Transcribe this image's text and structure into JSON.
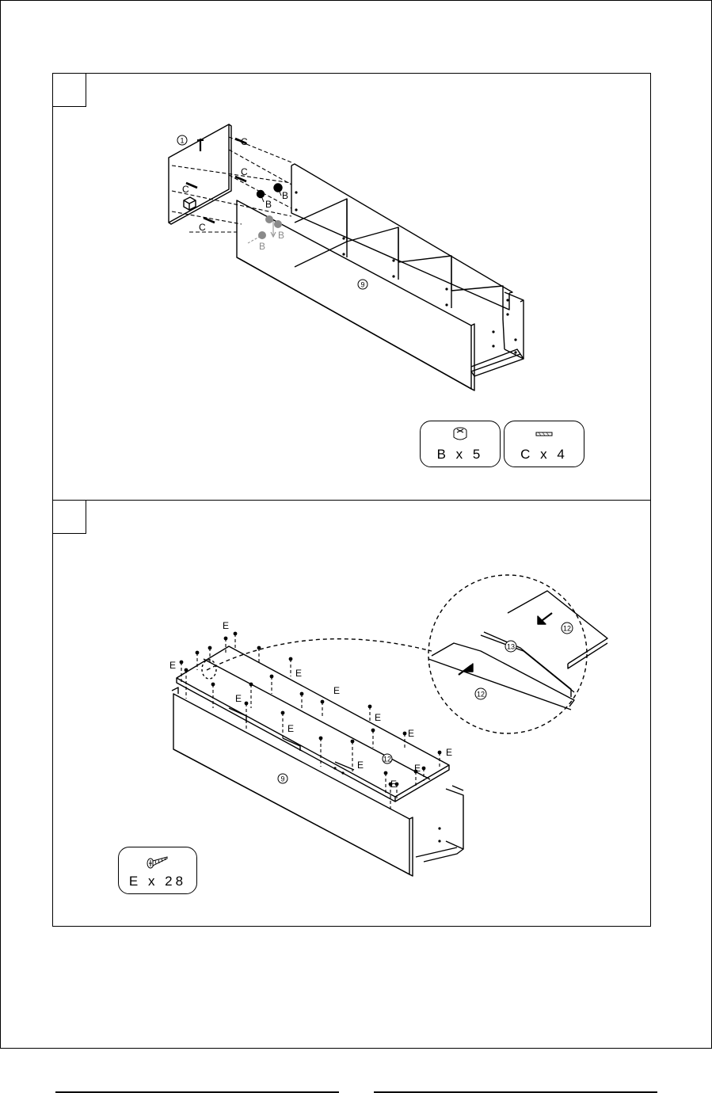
{
  "steps": [
    {
      "number": "",
      "parts": {
        "side_panel": "1",
        "front_panel": "9"
      },
      "callouts": {
        "cam": "B",
        "dowel": "C"
      },
      "hardware": [
        {
          "label": "B x 5",
          "icon": "cam-lock-icon"
        },
        {
          "label": "C x 4",
          "icon": "wooden-dowel-icon"
        }
      ]
    },
    {
      "number": "",
      "parts": {
        "front_panel": "9",
        "top_panel": "12",
        "detail_top": "12",
        "detail_connector": "13",
        "detail_bottom": "12"
      },
      "callouts": {
        "screw": "E"
      },
      "hardware": [
        {
          "label": "E x 28",
          "icon": "screw-icon"
        }
      ]
    }
  ],
  "colors": {
    "line": "#000000",
    "ghost": "#8a8a8a",
    "background": "#ffffff"
  }
}
